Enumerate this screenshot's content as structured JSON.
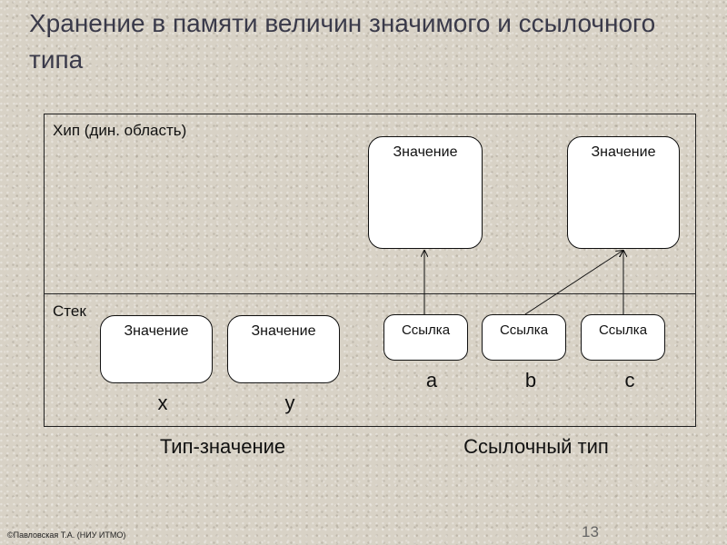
{
  "title": "Хранение в памяти величин значимого и ссылочного типа",
  "heap": {
    "label": "Хип (дин. область)",
    "boxes": [
      "Значение",
      "Значение"
    ]
  },
  "stack": {
    "label": "Стек",
    "value_boxes": [
      "Значение",
      "Значение"
    ],
    "value_vars": [
      "x",
      "y"
    ],
    "ref_boxes": [
      "Ссылка",
      "Ссылка",
      "Ссылка"
    ],
    "ref_vars": [
      "a",
      "b",
      "c"
    ]
  },
  "captions": {
    "value_type": "Тип-значение",
    "reference_type": "Ссылочный тип"
  },
  "footer": {
    "copyright": "©Павловская Т.А. (НИУ ИТМО)",
    "page_number": "13"
  }
}
